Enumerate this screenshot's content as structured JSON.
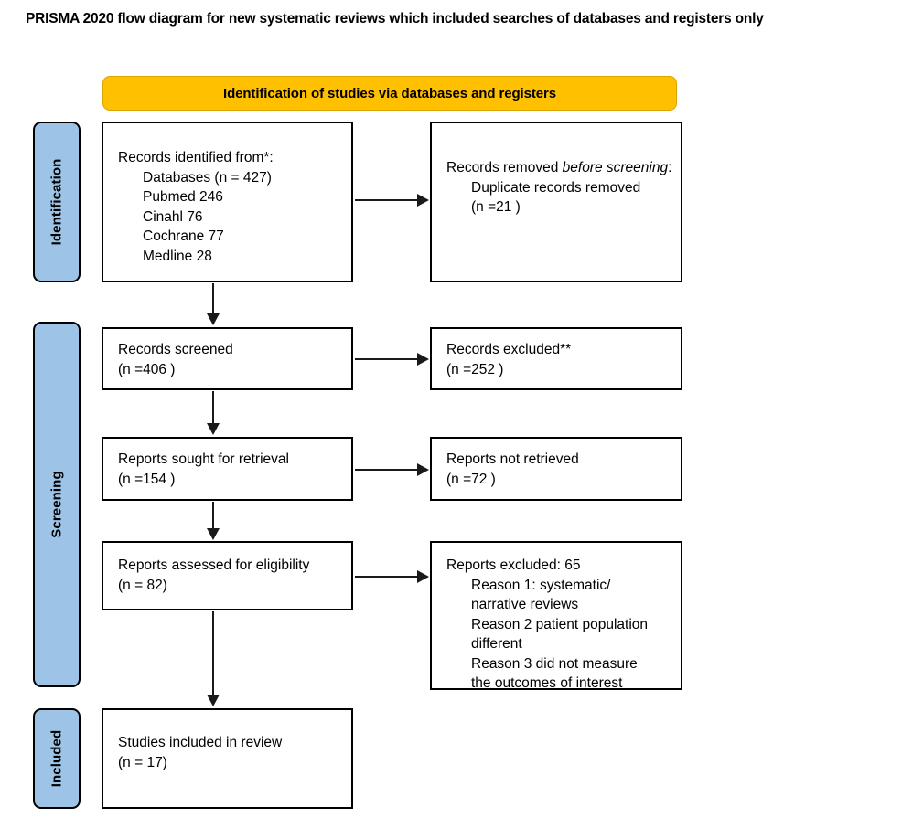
{
  "page_title": "PRISMA 2020 flow diagram for new systematic reviews which included searches of databases and registers only",
  "colors": {
    "banner": "#FFC000",
    "stage_bar": "#9DC3E6",
    "box_border": "#000000",
    "connector": "#1a1a1a",
    "background": "#ffffff"
  },
  "banner": {
    "label": "Identification of studies via databases and registers"
  },
  "stages": [
    {
      "id": "identification",
      "label": "Identification"
    },
    {
      "id": "screening",
      "label": "Screening"
    },
    {
      "id": "included",
      "label": "Included"
    }
  ],
  "boxes": {
    "records_identified": {
      "heading": "Records identified from*:",
      "lines": [
        "Databases (n = 427)",
        "Pubmed 246",
        "Cinahl 76",
        "Cochrane 77",
        "Medline 28"
      ]
    },
    "records_removed": {
      "heading_pre": "Records removed ",
      "heading_em": "before screening",
      "heading_post": ":",
      "lines": [
        "Duplicate records removed",
        "(n =21 )"
      ]
    },
    "records_screened": {
      "heading": "Records screened",
      "count": "(n =406 )"
    },
    "records_excluded": {
      "heading": "Records excluded**",
      "count": "(n =252 )"
    },
    "reports_sought": {
      "heading": "Reports sought for retrieval",
      "count": "(n =154 )"
    },
    "reports_not_retrieved": {
      "heading": "Reports not retrieved",
      "count": "(n =72 )"
    },
    "reports_assessed": {
      "heading": "Reports assessed for eligibility",
      "count": "(n = 82)"
    },
    "reports_excluded": {
      "heading": "Reports excluded: 65",
      "lines": [
        "Reason 1: systematic/",
        "narrative reviews",
        "Reason 2 patient population",
        "different",
        "Reason 3 did not measure",
        "the outcomes of interest"
      ]
    },
    "studies_included": {
      "heading": "Studies included in review",
      "count": "(n = 17)"
    }
  },
  "chart_data": {
    "type": "diagram",
    "title": "PRISMA 2020 flow diagram for new systematic reviews which included searches of databases and registers only",
    "nodes": [
      {
        "id": "records_identified",
        "stage": "Identification",
        "column": "left",
        "label": "Records identified from*: Databases (n = 427); Pubmed 246; Cinahl 76; Cochrane 77; Medline 28",
        "n": 427
      },
      {
        "id": "records_removed",
        "stage": "Identification",
        "column": "right",
        "label": "Records removed before screening: Duplicate records removed",
        "n": 21
      },
      {
        "id": "records_screened",
        "stage": "Screening",
        "column": "left",
        "label": "Records screened",
        "n": 406
      },
      {
        "id": "records_excluded",
        "stage": "Screening",
        "column": "right",
        "label": "Records excluded**",
        "n": 252
      },
      {
        "id": "reports_sought",
        "stage": "Screening",
        "column": "left",
        "label": "Reports sought for retrieval",
        "n": 154
      },
      {
        "id": "reports_not_retrieved",
        "stage": "Screening",
        "column": "right",
        "label": "Reports not retrieved",
        "n": 72
      },
      {
        "id": "reports_assessed",
        "stage": "Screening",
        "column": "left",
        "label": "Reports assessed for eligibility",
        "n": 82
      },
      {
        "id": "reports_excluded",
        "stage": "Screening",
        "column": "right",
        "label": "Reports excluded",
        "n": 65
      },
      {
        "id": "studies_included",
        "stage": "Included",
        "column": "left",
        "label": "Studies included in review",
        "n": 17
      }
    ],
    "edges": [
      {
        "from": "records_identified",
        "to": "records_removed",
        "direction": "right"
      },
      {
        "from": "records_identified",
        "to": "records_screened",
        "direction": "down"
      },
      {
        "from": "records_screened",
        "to": "records_excluded",
        "direction": "right"
      },
      {
        "from": "records_screened",
        "to": "reports_sought",
        "direction": "down"
      },
      {
        "from": "reports_sought",
        "to": "reports_not_retrieved",
        "direction": "right"
      },
      {
        "from": "reports_sought",
        "to": "reports_assessed",
        "direction": "down"
      },
      {
        "from": "reports_assessed",
        "to": "reports_excluded",
        "direction": "right"
      },
      {
        "from": "reports_assessed",
        "to": "studies_included",
        "direction": "down"
      }
    ],
    "databases": [
      {
        "name": "Pubmed",
        "value": 246
      },
      {
        "name": "Cinahl",
        "value": 76
      },
      {
        "name": "Cochrane",
        "value": 77
      },
      {
        "name": "Medline",
        "value": 28
      }
    ],
    "exclusion_reasons": [
      "Reason 1: systematic/ narrative reviews",
      "Reason 2 patient population different",
      "Reason 3 did not measure the outcomes of interest"
    ]
  }
}
